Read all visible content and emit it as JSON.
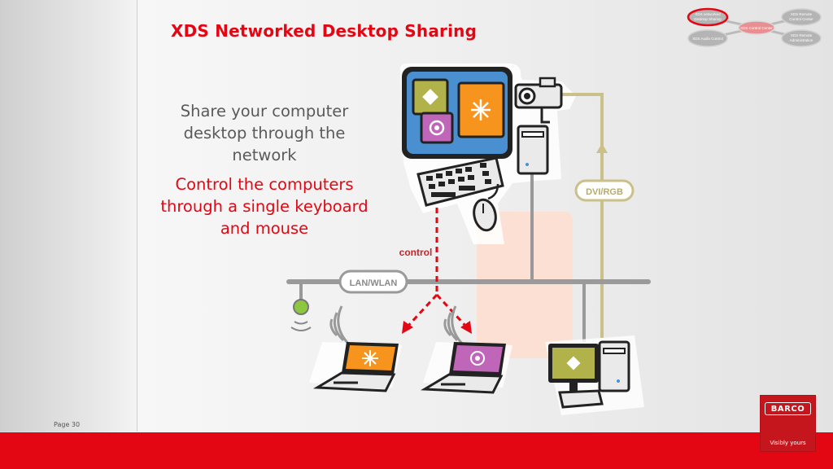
{
  "slide": {
    "title": "XDS Networked Desktop Sharing",
    "text_grey": "Share your computer desktop through the network",
    "text_red": "Control the computers through a single keyboard and mouse",
    "page_label": "Page 30"
  },
  "diagram": {
    "label_control": "control",
    "label_lan": "LAN/WLAN",
    "label_dvi": "DVI/RGB"
  },
  "nav": {
    "items": [
      "XDS networked Desktop Sharing",
      "XDS Remote Control Center",
      "XDS Control Center",
      "XDS Audio Control",
      "XDS Remote Administration"
    ]
  },
  "brand": {
    "logo": "BARCO",
    "tagline": "Visibly yours"
  },
  "colors": {
    "red": "#e30613",
    "blue_screen": "#4a90d0",
    "orange": "#f7941d",
    "olive": "#b2b24a",
    "violet": "#c066b8",
    "khaki_cable": "#c9c08a"
  }
}
